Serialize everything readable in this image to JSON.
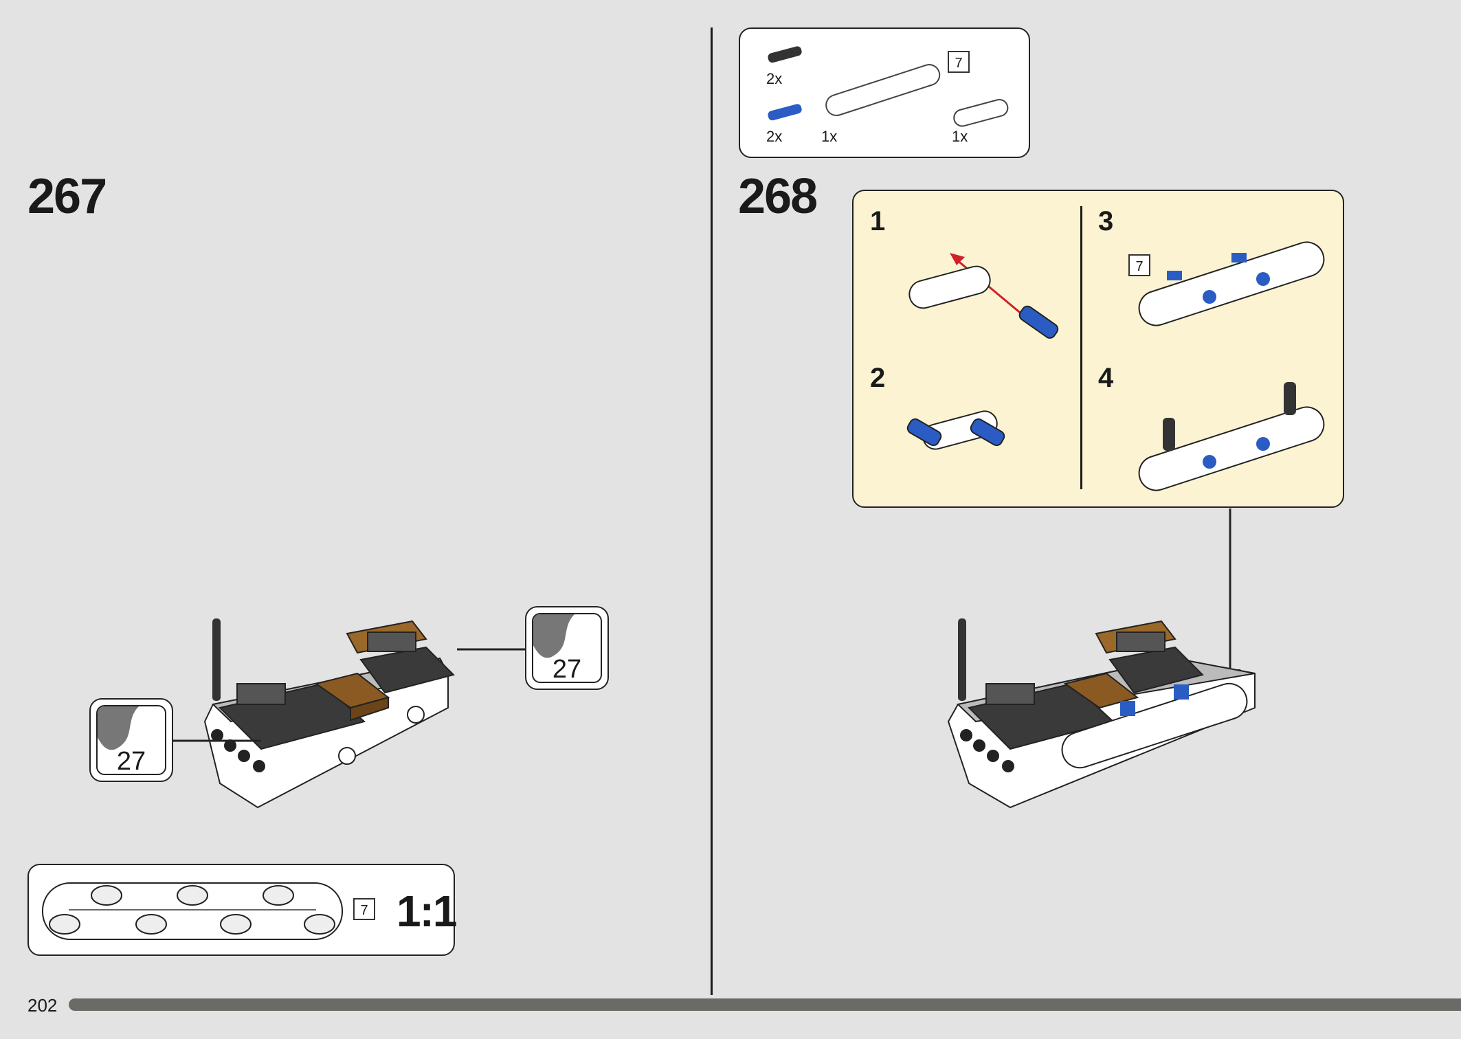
{
  "page": {
    "number": "202"
  },
  "step_267": {
    "number": "267",
    "sticker_left": "27",
    "sticker_right": "27",
    "scale_box": {
      "part_number": "7",
      "scale": "1:1"
    }
  },
  "step_268": {
    "number": "268",
    "parts": [
      {
        "qty": "2x",
        "name": "black-axle-pin"
      },
      {
        "qty": "2x",
        "name": "blue-axle-pin"
      },
      {
        "qty": "1x",
        "name": "white-beam-7"
      },
      {
        "qty": "1x",
        "name": "white-beam-3-cross"
      }
    ],
    "parts_beam_number": "7",
    "sub_steps": [
      {
        "number": "1"
      },
      {
        "number": "2"
      },
      {
        "number": "3",
        "beam_number": "7"
      },
      {
        "number": "4"
      }
    ]
  },
  "colors": {
    "background": "#e3e3e3",
    "sub_step_bg": "#fbf3d2",
    "brick_blue": "#2a5cc4",
    "brick_brown": "#8a5a22",
    "arrow_red": "#d0202a"
  }
}
